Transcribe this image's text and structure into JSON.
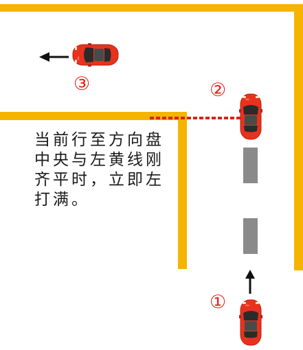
{
  "colors": {
    "road_line": "#f5b400",
    "car_body": "#e8321e",
    "stop_line": "#d8221a",
    "center_dash": "#8a8a8a",
    "arrow": "#111111",
    "label": "#e8231a"
  },
  "steps": [
    {
      "number": "①",
      "car": "car-1",
      "heading": "up"
    },
    {
      "number": "②",
      "car": "car-2",
      "heading": "up"
    },
    {
      "number": "③",
      "car": "car-3",
      "heading": "left"
    }
  ],
  "instruction": "当前行至方向盘中央与左黄线刚齐平时，立即左打满。"
}
